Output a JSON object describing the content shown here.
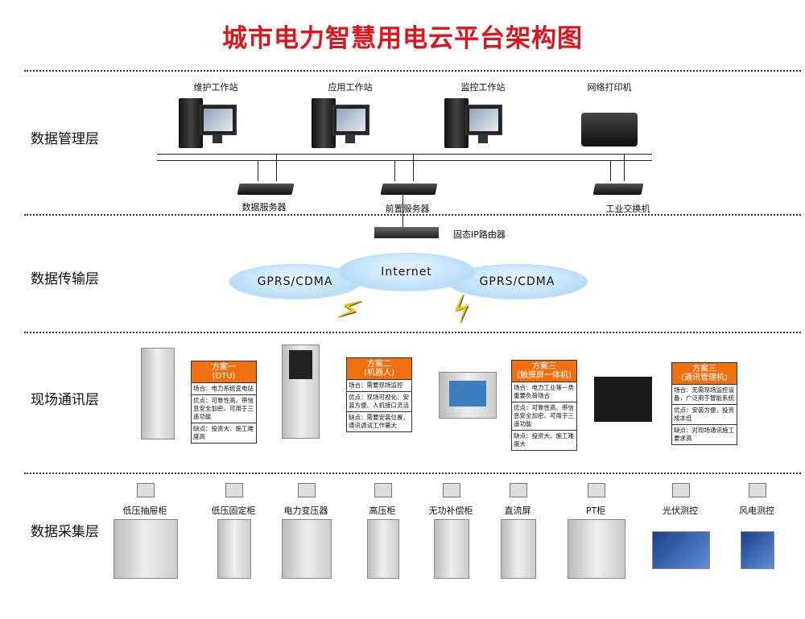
{
  "title": "城市电力智慧用电云平台架构图",
  "layers": [
    "数据管理层",
    "数据传输层",
    "现场通讯层",
    "数据采集层"
  ],
  "management": {
    "workstations": [
      "维护工作站",
      "应用工作站",
      "监控工作站",
      "网络打印机"
    ],
    "servers": [
      "数据服务器",
      "前置服务器"
    ],
    "switch": "工业交换机"
  },
  "transmission": {
    "router": "固态IP路由器",
    "clouds": [
      "GPRS/CDMA",
      "Internet",
      "GPRS/CDMA"
    ]
  },
  "schemes": [
    {
      "title": "方案一",
      "sub": "(DTU)",
      "rows": [
        "场合：电力系统变电站",
        "优点：可靠性高、带信息安全加密、可用于三遥功能",
        "缺点：投资大、施工难度高"
      ]
    },
    {
      "title": "方案二",
      "sub": "(机器人)",
      "rows": [
        "场合：需要现场监控",
        "优点：现场可视化、安装方便、人机接口灵活",
        "缺点：需要安装位置、通讯调试工作量大"
      ]
    },
    {
      "title": "方案三",
      "sub": "(触摸屏一体机)",
      "rows": [
        "场合：电力工业等一类重要负荷场合",
        "优点：可靠性高、带信息安全加密、可用于三遥功能",
        "缺点：投资大、施工难度大"
      ]
    },
    {
      "title": "方案三",
      "sub": "(通讯管理机)",
      "rows": [
        "场合：无需现场监控设备，广泛用于智能系统",
        "优点：安装方便，投资成本低",
        "缺点：对现场通讯施工要求高"
      ]
    }
  ],
  "collection": [
    "低压抽屉柜",
    "低压固定柜",
    "电力变压器",
    "高压柜",
    "无功补偿柜",
    "直流屏",
    "PT柜",
    "光伏测控",
    "风电测控"
  ]
}
